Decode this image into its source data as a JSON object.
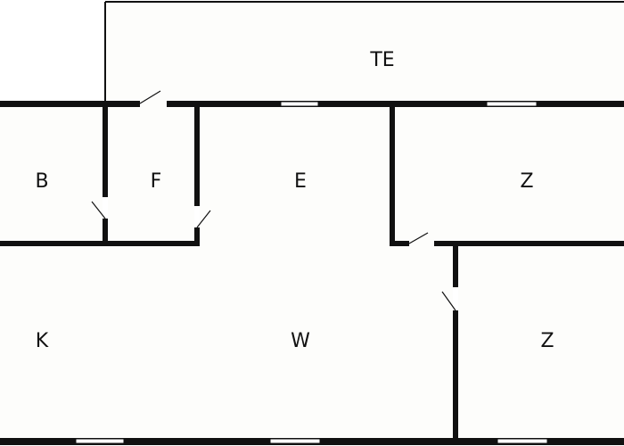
{
  "floor_plan": {
    "colors": {
      "floor": "#fdfdfb",
      "wall": "#111111",
      "background": "#ffffff"
    },
    "rooms": {
      "terrace": "TE",
      "bathroom": "B",
      "foyer": "F",
      "entrance": "E",
      "room_upper": "Z",
      "kitchen": "K",
      "living_room": "W",
      "room_lower": "Z"
    }
  }
}
